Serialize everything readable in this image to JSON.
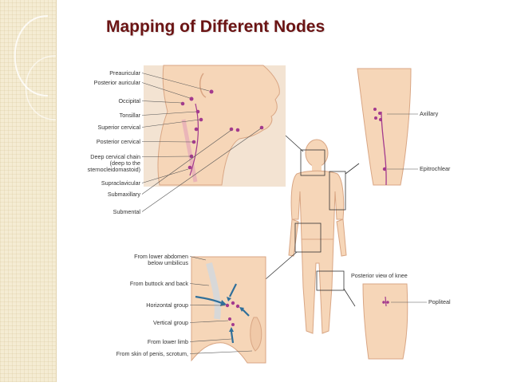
{
  "slide": {
    "title": "Mapping of Different Nodes"
  },
  "head_panel": {
    "labels": [
      "Preauricular",
      "Posterior auricular",
      "Occipital",
      "Tonsillar",
      "Superior cervical",
      "Posterior cervical",
      "Deep cervical chain",
      "(deep to the",
      "sternocleidomastoid)",
      "Supraclavicular",
      "Submaxillary",
      "Submental"
    ]
  },
  "arm_panel": {
    "labels": [
      "Axillary",
      "Epitrochlear"
    ]
  },
  "groin_panel": {
    "labels": [
      "From lower abdomen",
      "below umbilicus",
      "From buttock and back",
      "Horizontal group",
      "Vertical group",
      "From lower limb",
      "From skin of penis, scrotum,"
    ]
  },
  "knee_panel": {
    "caption": "Posterior view of knee",
    "label": "Popliteal"
  },
  "colors": {
    "title": "#6b1414",
    "skin": "#f6d6b8",
    "skin_outline": "#d9a684",
    "node": "#a33a8e",
    "arrow": "#2f6f9a",
    "band": "#f5ecd3"
  }
}
